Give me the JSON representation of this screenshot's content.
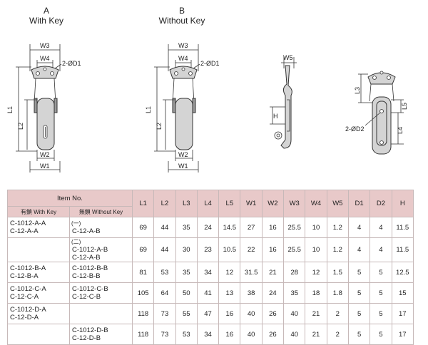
{
  "views": {
    "A": {
      "letter": "A",
      "name": "With Key"
    },
    "B": {
      "letter": "B",
      "name": "Without Key"
    }
  },
  "dims": {
    "W1": "W1",
    "W2": "W2",
    "W3": "W3",
    "W4": "W4",
    "W5": "W5",
    "L1": "L1",
    "L2": "L2",
    "L3": "L3",
    "L4": "L4",
    "L5": "L5",
    "H": "H",
    "D1": "2-ØD1",
    "D2": "2-ØD2"
  },
  "table": {
    "item_no": "Item No.",
    "with_key": "有鎖 With Key",
    "without_key": "無鎖 Without Key",
    "columns": [
      "L1",
      "L2",
      "L3",
      "L4",
      "L5",
      "W1",
      "W2",
      "W3",
      "W4",
      "W5",
      "D1",
      "D2",
      "H"
    ],
    "rows": [
      {
        "a": [
          "C-1012-A-A",
          "C-12-A-A"
        ],
        "mark": "(一)",
        "b": [
          "C-12-A-B"
        ],
        "v": [
          "69",
          "44",
          "35",
          "24",
          "14.5",
          "27",
          "16",
          "25.5",
          "10",
          "1.2",
          "4",
          "4",
          "11.5"
        ]
      },
      {
        "a": [],
        "mark": "(二)",
        "b": [
          "C-1012-A-B",
          "C-12-A-B"
        ],
        "v": [
          "69",
          "44",
          "30",
          "23",
          "10.5",
          "22",
          "16",
          "25.5",
          "10",
          "1.2",
          "4",
          "4",
          "11.5"
        ]
      },
      {
        "a": [
          "C-1012-B-A",
          "C-12-B-A"
        ],
        "mark": "",
        "b": [
          "C-1012-B-B",
          "C-12-B-B"
        ],
        "v": [
          "81",
          "53",
          "35",
          "34",
          "12",
          "31.5",
          "21",
          "28",
          "12",
          "1.5",
          "5",
          "5",
          "12.5"
        ]
      },
      {
        "a": [
          "C-1012-C-A",
          "C-12-C-A"
        ],
        "mark": "",
        "b": [
          "C-1012-C-B",
          "C-12-C-B"
        ],
        "v": [
          "105",
          "64",
          "50",
          "41",
          "13",
          "38",
          "24",
          "35",
          "18",
          "1.8",
          "5",
          "5",
          "15"
        ]
      },
      {
        "a": [
          "C-1012-D-A",
          "C-12-D-A"
        ],
        "mark": "",
        "b": [],
        "v": [
          "118",
          "73",
          "55",
          "47",
          "16",
          "40",
          "26",
          "40",
          "21",
          "2",
          "5",
          "5",
          "17"
        ]
      },
      {
        "a": [],
        "mark": "",
        "b": [
          "C-1012-D-B",
          "C-12-D-B"
        ],
        "v": [
          "118",
          "73",
          "53",
          "34",
          "16",
          "40",
          "26",
          "40",
          "21",
          "2",
          "5",
          "5",
          "17"
        ]
      }
    ]
  }
}
